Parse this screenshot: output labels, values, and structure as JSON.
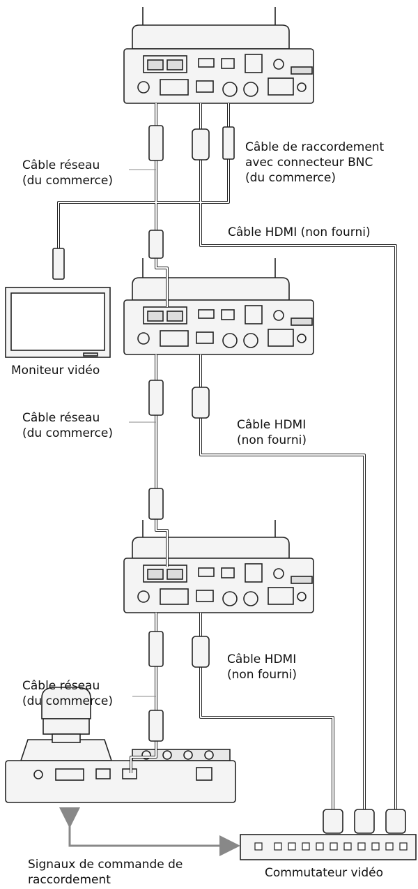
{
  "labels": {
    "cable_bnc": [
      "Câble de raccordement",
      "avec connecteur BNC",
      "(du commerce)"
    ],
    "cable_reseau_1": [
      "Câble réseau",
      "(du commerce)"
    ],
    "cable_hdmi_1": "Câble HDMI (non fourni)",
    "moniteur": "Moniteur vidéo",
    "cable_reseau_2": [
      "Câble réseau",
      "(du commerce)"
    ],
    "cable_hdmi_2": [
      "Câble HDMI",
      "(non fourni)"
    ],
    "cable_reseau_3": [
      "Câble réseau",
      "(du commerce)"
    ],
    "cable_hdmi_3": [
      "Câble HDMI",
      "(non fourni)"
    ],
    "signaux": [
      "Signaux de commande de",
      "raccordement"
    ],
    "commutateur": "Commutateur vidéo"
  },
  "colors": {
    "line": "#222222",
    "cable": "#b8b8b8",
    "device": "#f4f4f4"
  }
}
